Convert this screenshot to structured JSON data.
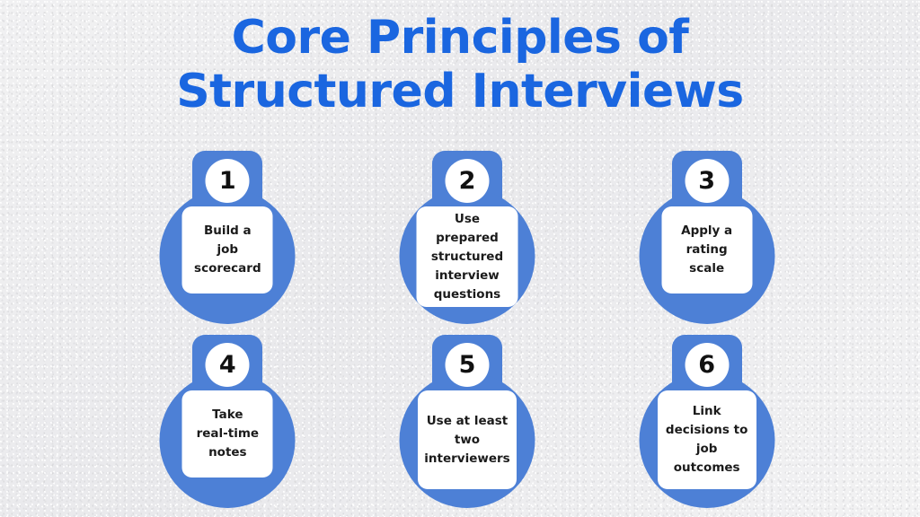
{
  "slide": {
    "title": "Core Principles of\nStructured Interviews",
    "background_color": "#eeeeee",
    "accent_color": "#4d80d6",
    "title_color": "#1a66e0",
    "panel_color": "#ffffff",
    "text_color": "#1b1b1b"
  },
  "cards": [
    {
      "number": "1",
      "label": "Build a\njob\nscorecard",
      "size": "s3"
    },
    {
      "number": "2",
      "label": "Use prepared\nstructured\ninterview\nquestions",
      "size": "s4w"
    },
    {
      "number": "3",
      "label": "Apply a\nrating\nscale",
      "size": "s3"
    },
    {
      "number": "4",
      "label": "Take\nreal-time\nnotes",
      "size": "s3"
    },
    {
      "number": "5",
      "label": "Use at least\ntwo\ninterviewers",
      "size": "s4"
    },
    {
      "number": "6",
      "label": "Link\ndecisions to\njob\noutcomes",
      "size": "s4"
    }
  ]
}
